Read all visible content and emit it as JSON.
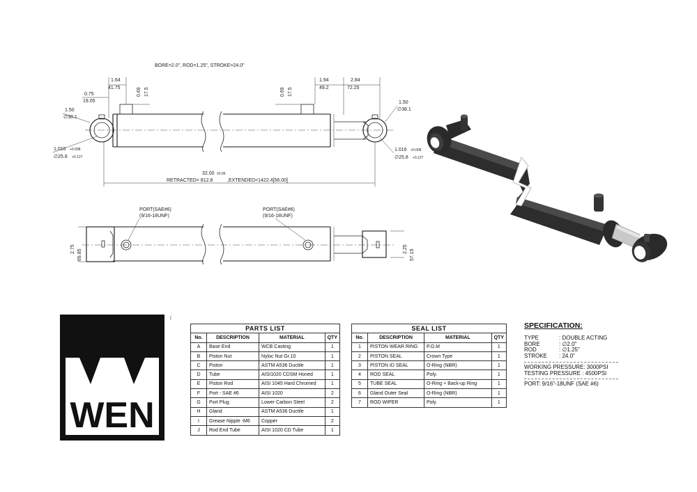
{
  "drawing": {
    "header": "BORE=2.0\", ROD=1.25\", STROKE=24.0\"",
    "dims": {
      "d164": "1.64",
      "d4175": "41.75",
      "d075": "0.75",
      "d1905": "19.05",
      "d069a": "0.69",
      "d175a": "17.5",
      "d150a": "1.50",
      "d381a": "∅38.1",
      "d1016a": "1.016",
      "d258a": "∅25.8",
      "d069b": "0.69",
      "d175b": "17.5",
      "d194": "1.94",
      "d492": "49.2",
      "d284": "2.84",
      "d7225": "72.25",
      "d150b": "1.50",
      "d381b": "∅38.1",
      "d1016b": "1.016",
      "d258b": "∅25.8",
      "d3200": "32.00",
      "retracted": "RETRACTED=  812.8",
      "extended": ",EXTENDED=1422.4[56.00]",
      "port1": "PORT(SAE#6)",
      "port1b": "(9/16-18UNF)",
      "port2": "PORT(SAE#6)",
      "port2b": "(9/16-18UNF)",
      "d275": "2.75",
      "d6985": "69.85",
      "d225": "2.25",
      "d5715": "57.15",
      "tol1": "+0.008",
      "tol2": "+0.127",
      "tol3": "±0.06"
    }
  },
  "logo": {
    "text": "WEN",
    "registered": "®"
  },
  "parts_list": {
    "title": "PARTS   LIST",
    "headers": [
      "No.",
      "DESCRIPTION",
      "MATERIAL",
      "QTY"
    ],
    "rows": [
      [
        "A",
        "Base End",
        "WCB Casting",
        "1"
      ],
      [
        "B",
        "Piston Nut",
        "Nyloc Nut Gr.10",
        "1"
      ],
      [
        "C",
        "Piston",
        "ASTM A536 Ductile",
        "1"
      ],
      [
        "D",
        "Tube",
        "AISI1020 CDSM Honed",
        "1"
      ],
      [
        "E",
        "Piston Rod",
        "AISI 1045 Hard Chromed",
        "1"
      ],
      [
        "F",
        "Port - SAE #6",
        "AISI 1020",
        "2"
      ],
      [
        "G",
        "Port Plug",
        "Lower Carbon Steel",
        "2"
      ],
      [
        "H",
        "Gland",
        "ASTM A536 Ductile",
        "1"
      ],
      [
        "I",
        "Grease Nipple -M6",
        "Copper",
        "2"
      ],
      [
        "J",
        "Rod End Tube",
        "AISI 1020 CD Tube",
        "1"
      ]
    ]
  },
  "seal_list": {
    "title": "SEAL LIST",
    "headers": [
      "No.",
      "DESCRIPTION",
      "MATERIAL",
      "QTY"
    ],
    "rows": [
      [
        "1",
        "PISTON WEAR RING",
        "P.O.M",
        "1"
      ],
      [
        "2",
        "PISTON SEAL",
        "Crown Type",
        "1"
      ],
      [
        "3",
        "PISTON ID SEAL",
        "O-Ring (NBR)",
        "1"
      ],
      [
        "4",
        "ROD SEAL",
        "Poly.",
        "1"
      ],
      [
        "5",
        "TUBE SEAL",
        "O-Ring + Back-up Ring",
        "1"
      ],
      [
        "6",
        "Gland Outer Seal",
        "O-Ring (NBR)",
        "1"
      ],
      [
        "7",
        "ROD WIPER",
        "Poly.",
        "1"
      ]
    ]
  },
  "specification": {
    "title": "SPECIFICATION:",
    "items": [
      {
        "k": "TYPE",
        "v": ": DOUBLE ACTING"
      },
      {
        "k": "BORE",
        "v": ": ∅2.0\""
      },
      {
        "k": "ROD",
        "v": ": ∅1.25\""
      },
      {
        "k": "STROKE",
        "v": ": 24.0\""
      }
    ],
    "working": "WORKING PRESSURE: 3000PSI",
    "testing": "TESTING PRESSURE  : 4500PSI",
    "port": "PORT: 9/16\"-18UNF (SAE #6)"
  },
  "colors": {
    "ink": "#111111",
    "cylinder": "#2b2b2b",
    "chrome": "#c9c9c9"
  }
}
